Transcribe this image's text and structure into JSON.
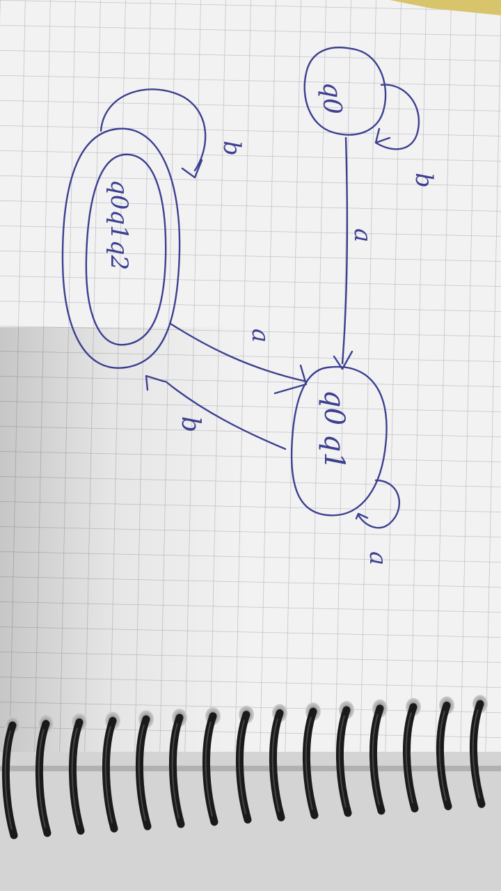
{
  "diagram": {
    "states": [
      {
        "id": "q0",
        "label": "q0"
      },
      {
        "id": "q0q1",
        "label": "q0 q1"
      },
      {
        "id": "q0q1q2",
        "label": "q0q1q2",
        "accepting": true
      }
    ],
    "transitions": [
      {
        "from": "q0",
        "to": "q0",
        "symbol": "b"
      },
      {
        "from": "q0",
        "to": "q0q1",
        "symbol": "a"
      },
      {
        "from": "q0q1",
        "to": "q0q1",
        "symbol": "a"
      },
      {
        "from": "q0q1",
        "to": "q0q1q2",
        "symbol": "b"
      },
      {
        "from": "q0q1q2",
        "to": "q0q1",
        "symbol": "a"
      },
      {
        "from": "q0q1q2",
        "to": "q0q1q2",
        "symbol": "b"
      }
    ]
  },
  "colors": {
    "ink": "#3b3f8f",
    "paper": "#f2f2f2",
    "grid": "#b9b9c2",
    "spiral": "#1a1a1a",
    "yellow_edge": "#d8c46a"
  }
}
